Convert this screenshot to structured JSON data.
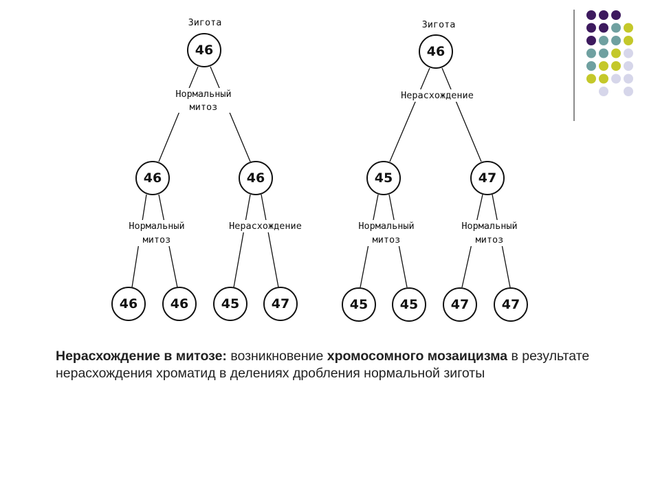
{
  "diagram": {
    "left": {
      "root_label": "Зигота",
      "root": "46",
      "split_label_1": "Нормальный",
      "split_label_2": "митоз",
      "l1_left": "46",
      "l1_right": "46",
      "l1_left_label_1": "Нормальный",
      "l1_left_label_2": "митоз",
      "l1_right_label": "Нерасхождение",
      "leaves": [
        "46",
        "46",
        "45",
        "47"
      ]
    },
    "right": {
      "root_label": "Зигота",
      "root": "46",
      "split_label": "Нерасхождение",
      "l1_left": "45",
      "l1_right": "47",
      "l1_left_label_1": "Нормальный",
      "l1_left_label_2": "митоз",
      "l1_right_label_1": "Нормальный",
      "l1_right_label_2": "митоз",
      "leaves": [
        "45",
        "45",
        "47",
        "47"
      ]
    }
  },
  "caption": {
    "term": "Нерасхождение в митозе:",
    "part1": " возникновение ",
    "bold_term": "хромосомного мозаицизма",
    "part2": " в результате нерасхождения хроматид в делениях дробления нормальной зиготы"
  },
  "decoration": {
    "dot_colors": [
      "#3d1a5e",
      "#6fa0a0",
      "#c4c82a",
      "#d6d6ea"
    ]
  }
}
